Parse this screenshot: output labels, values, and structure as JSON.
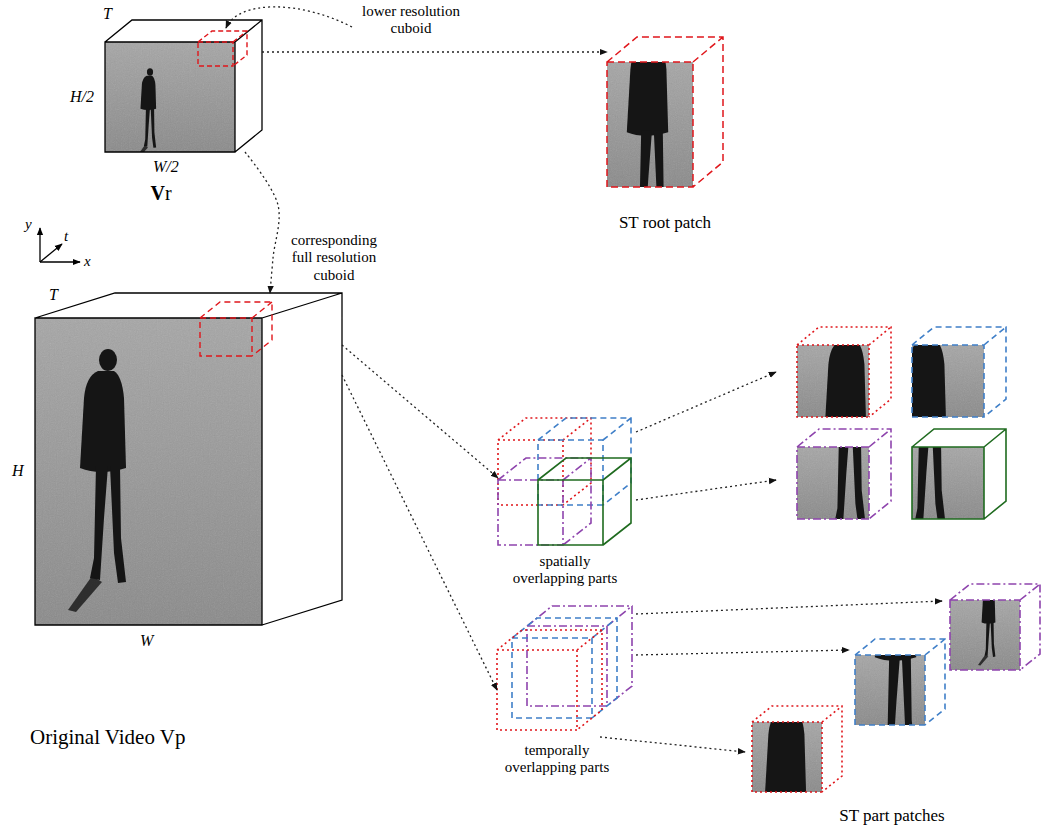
{
  "diagram": {
    "nodes": [
      {
        "text": [
          "Vr"
        ]
      },
      {
        "text": [
          "ST root patch"
        ]
      },
      {
        "text": [
          "Original Video Vp"
        ]
      },
      {
        "text": [
          "spatially overlapping parts"
        ]
      },
      {
        "text": [
          "temporally overlapping parts"
        ]
      },
      {
        "text": [
          "ST part patches"
        ]
      }
    ],
    "edges": [
      {
        "from": 0,
        "to": 1,
        "arrow": "to"
      },
      {
        "from": 0,
        "to": 2,
        "arrow": "to"
      },
      {
        "from": 2,
        "to": 3,
        "arrow": "to"
      },
      {
        "from": 2,
        "to": 4,
        "arrow": "to"
      }
    ],
    "labels": [
      "lower resolution cuboid",
      "T",
      "H/2",
      "W/2",
      "corresponding full resolution cuboid",
      "y",
      "t",
      "x",
      "T",
      "H",
      "W"
    ]
  }
}
